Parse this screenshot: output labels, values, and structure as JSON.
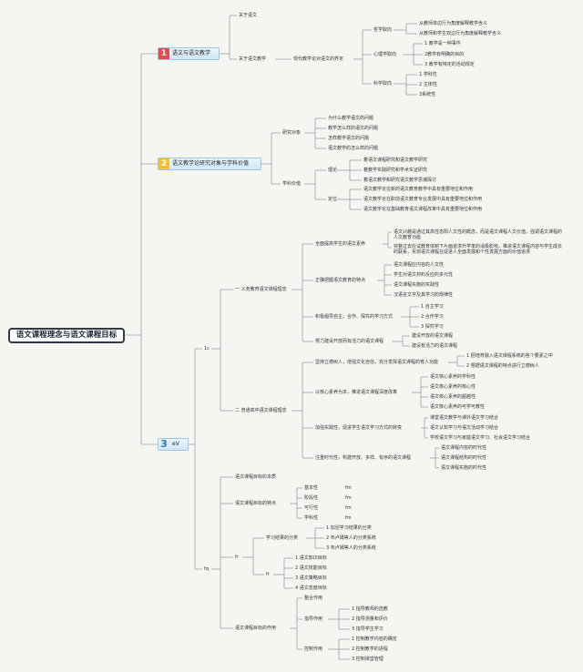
{
  "root": "语文课程理念与语文课程目标",
  "branch1": {
    "badge": "1",
    "title": "语文与语文教学",
    "about_chinese": "关于语文",
    "about_teaching": "关于语文教学",
    "modern_view": "现代教学论对语文的界定",
    "philosophy": {
      "label": "哲学取向",
      "items": [
        "从教师单边行为角度解释教学含义",
        "从教师和学生双边行为角度解释教学含义"
      ]
    },
    "psychology": {
      "label": "心理学取向",
      "items": [
        "1 教学是一种事件",
        "2教学有明确的目的",
        "3 教学有特定的活动规定"
      ]
    },
    "science": {
      "label": "科学取向",
      "items": [
        "1 学科性",
        "2 主体性",
        "3系统性"
      ]
    }
  },
  "branch2": {
    "badge": "2",
    "title": "语文教学论研究对象与学科价值",
    "research_object": {
      "label": "研究对象",
      "items": [
        "为什么教学语文的问题",
        "教学怎么样的语文的问题",
        "怎样教学语文的问题",
        "语文教学的怎么样的问题"
      ]
    },
    "discipline_value": {
      "label": "学科价值",
      "theory": {
        "label": "理论",
        "items": [
          "着语文课程研究和语文教学研究",
          "着教学实践研究和学术实证研究",
          "着语文教学和研究语文教学思潮探讨"
        ]
      },
      "position": {
        "label": "定位",
        "items": [
          "语文教学论在新的语文教育教学中具有重要地位和作用",
          "语文教学论在职前语文教育专业发展中具有重要地位和作用",
          "语文教学论在基础教育语文课程改革中具有重要地位和作用"
        ]
      }
    }
  },
  "branch3": {
    "badge": "3",
    "title": "eV",
    "s1": {
      "label": "1c",
      "compulsory": {
        "label": "一 义务教育语文课程理念",
        "literacy": {
          "label": "全面提高学生的语文素养",
          "items": [
            "语文兴趣是通过其高性态阳人文性的概念，而是语文课程人文价值，强调语文课程的人文教育功能",
            "完整过去应试教育体制下片面追求升学率的消极影响，推进语文课程内容与学生成长的联系，实现语文课程在促进人全面发展和个性发展方面的价值追求"
          ]
        },
        "features": {
          "label": "正确把握语文教育的特点",
          "items": [
            "语文课程应内容的人文性",
            "学生对语文材料反应的多元性",
            "语文课程实施的实践性",
            "汉语言文字及其学习的规律性"
          ]
        },
        "methods": {
          "label": "积极倡导自主、合作、探究的学习方式",
          "items": [
            "1 自主学习",
            "2 合作学习",
            "3 探究学习"
          ]
        },
        "system": {
          "label": "努力建设开放而有活力的语文课程",
          "items": [
            "建设开放的语文课程",
            "建设有活力的语文课程"
          ]
        }
      },
      "high_school": {
        "label": "二 普通高中语文课程理念",
        "morality": {
          "label": "坚持立德树人，增强文化自信，充分发挥语文课程的育人功能",
          "items": [
            "1 把培育融入语文课程系统的各个要素之中",
            "2 根据语文课程的特点进行立德树人"
          ]
        },
        "core": {
          "label": "以核心素养为本，推进语文课程深度改革",
          "items": [
            "语文核心素养的学科性",
            "语文核心素养的核心性",
            "语文核心素养的超越性",
            "语文核心素养的可学可教性"
          ]
        },
        "practice": {
          "label": "加强实践性，促进学生语文学习方式的转变",
          "items": [
            "课堂语文教学与课外语文学习结合",
            "语文认知学习与语文活动学习结合",
            "学校语文学习与家庭语文学习、社会语文学习结合"
          ]
        },
        "era": {
          "label": "注重时代性，构建开放、多样、有序的语文课程",
          "items": [
            "语文课程内容的时代性",
            "语文课程结构的时代性",
            "语文课程实施的时代性"
          ]
        }
      }
    },
    "s2": {
      "label": "fq",
      "essence": "语文课程目标的本质",
      "character": {
        "label": "语文课程目标的特点",
        "items": [
          {
            "name": "基本性",
            "tag": "fm"
          },
          {
            "name": "阶段性",
            "tag": "fm"
          },
          {
            "name": "可行性",
            "tag": "fm"
          },
          {
            "name": "学科性",
            "tag": "fm"
          }
        ]
      },
      "fr": {
        "label": "fr",
        "learning": {
          "label": "学习结果的分类",
          "items": [
            "1 加涅学习结果的分类",
            "2 布卢姆等人的分类系统",
            "3 布卢姆等人的分类系统"
          ]
        },
        "fr2": {
          "label": "fr",
          "items": [
            "1 语文知识目标",
            "2 语文技能目标",
            "3 语文策略目标",
            "4 语文态度目标"
          ]
        }
      },
      "role": {
        "label": "语文课程目标的作用",
        "integrate": "整合作用",
        "guide": {
          "label": "指导作用",
          "items": [
            "1 指导教师的选教",
            "2 指导测量和评价",
            "3 指导学生学习"
          ]
        },
        "control": {
          "label": "控制作用",
          "items": [
            "1 控制教学内容的确定",
            "2 控制教学的进程",
            "3 控制课堂管理"
          ]
        }
      }
    }
  }
}
